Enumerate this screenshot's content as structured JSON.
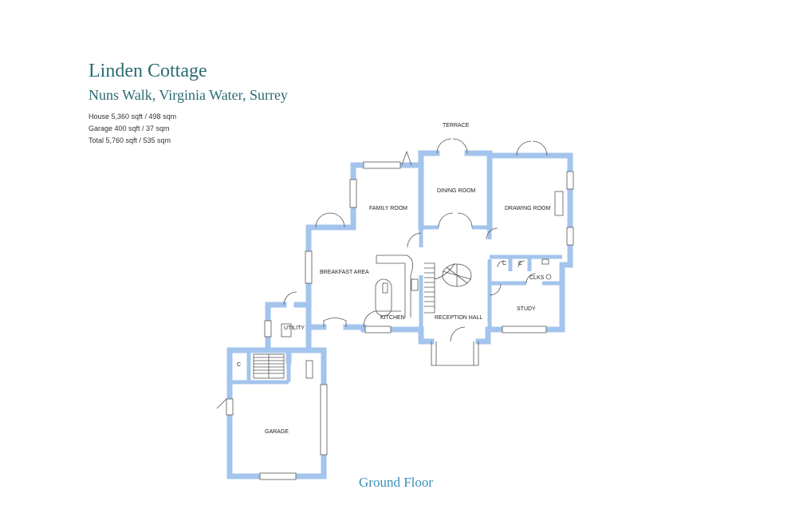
{
  "header": {
    "title": "Linden Cottage",
    "address": "Nuns Walk, Virginia Water, Surrey"
  },
  "areas": [
    {
      "text": "House  5,360 sqft / 498 sqm"
    },
    {
      "text": "Garage  400 sqft / 37 sqm"
    },
    {
      "text": "Total  5,760 sqft / 535 sqm"
    }
  ],
  "rooms": {
    "terrace": "TERRACE",
    "dining_room": "DINING ROOM",
    "family_room": "FAMILY ROOM",
    "drawing_room": "DRAWING ROOM",
    "breakfast_area": "BREAKFAST AREA",
    "kitchen": "KITCHEN",
    "utility": "UTILITY",
    "reception_hall": "RECEPTION HALL",
    "study": "STUDY",
    "clks": "CLKS",
    "cupboard": "C",
    "garage": "GARAGE"
  },
  "footer": {
    "floor_label": "Ground Floor"
  },
  "colors": {
    "wall": "#a3c4ec",
    "title": "#2a6b73",
    "floor_label": "#3a8fb5"
  }
}
